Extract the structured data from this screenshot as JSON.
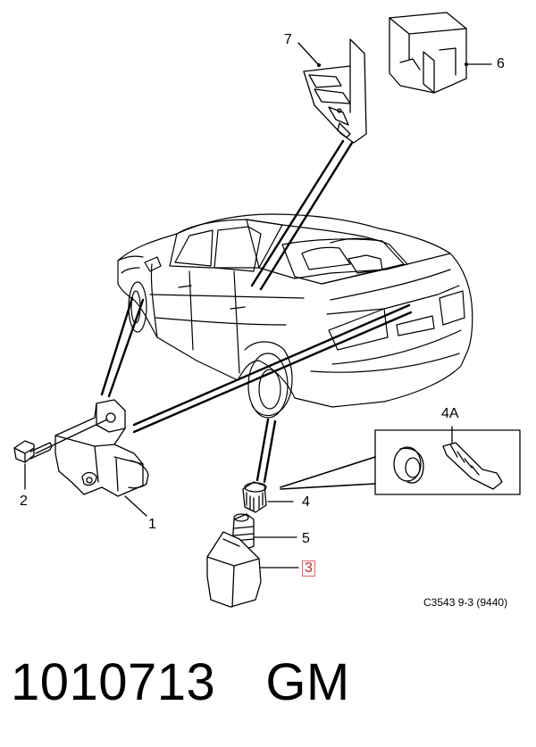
{
  "callouts": {
    "c1": "1",
    "c2": "2",
    "c3": "3",
    "c4": "4",
    "c4a": "4A",
    "c5": "5",
    "c6": "6",
    "c7": "7"
  },
  "caption": "C3543 9-3 (9440)",
  "part_number": "1010713",
  "brand": "GM",
  "colors": {
    "line": "#000000",
    "highlight_border": "#e06a6a"
  }
}
